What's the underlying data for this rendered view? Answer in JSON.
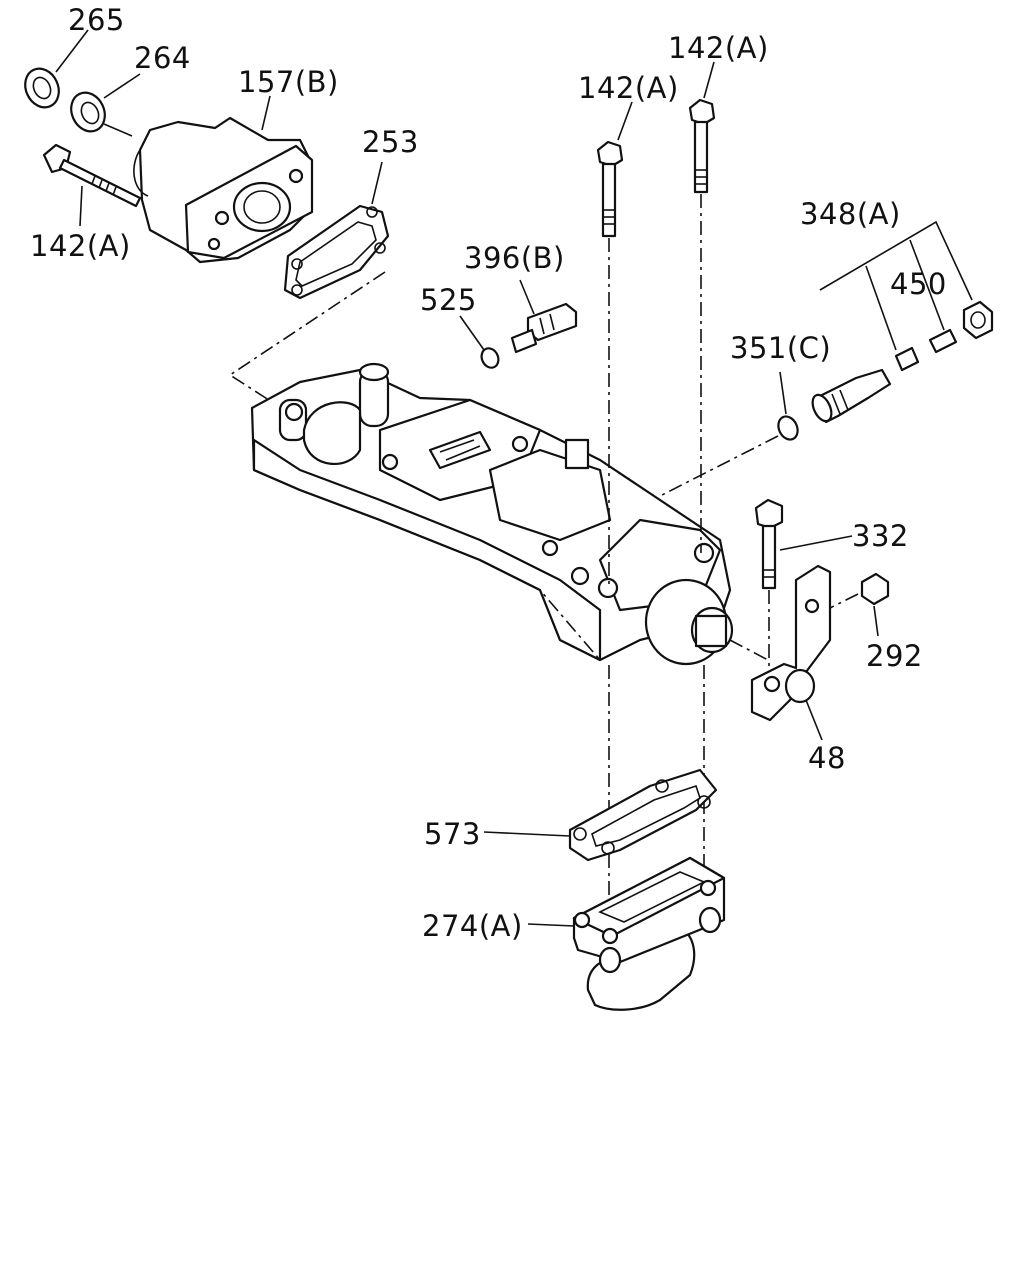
{
  "callouts": {
    "c265": "265",
    "c264": "264",
    "c157b": "157(B)",
    "c253": "253",
    "c142a_left": "142(A)",
    "c142a_mid": "142(A)",
    "c142a_top": "142(A)",
    "c396b": "396(B)",
    "c525": "525",
    "c348a": "348(A)",
    "c450": "450",
    "c351c": "351(C)",
    "c332": "332",
    "c292": "292",
    "c48": "48",
    "c573": "573",
    "c274a": "274(A)"
  }
}
